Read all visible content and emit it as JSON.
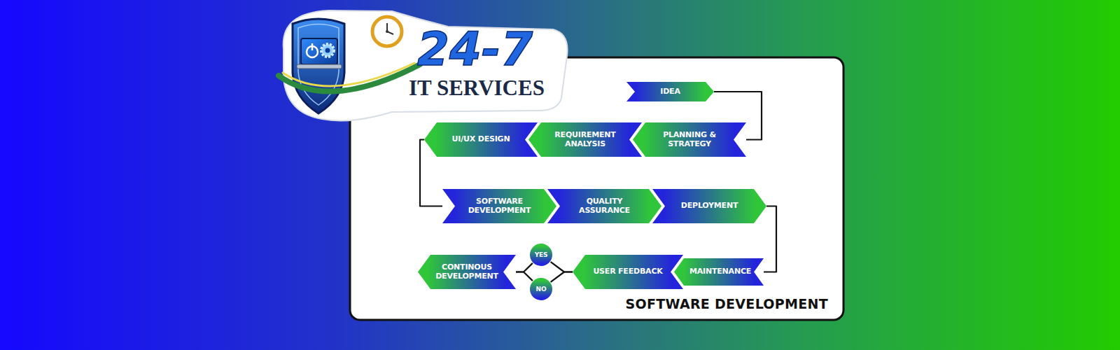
{
  "diagram": {
    "nodes": [
      {
        "text": [
          "SOFTWARE DEVELOPMENT"
        ]
      },
      {
        "text": [
          "IDEA"
        ],
        "in": 0
      },
      {
        "text": [
          "PLANNING & STRATEGY"
        ],
        "in": 0
      },
      {
        "text": [
          "REQUIREMENT ANALYSIS"
        ],
        "in": 0
      },
      {
        "text": [
          "UI/UX DESIGN"
        ],
        "in": 0
      },
      {
        "text": [
          "SOFTWARE DEVELOPMENT"
        ],
        "in": 0
      },
      {
        "text": [
          "QUALITY ASSURANCE"
        ],
        "in": 0
      },
      {
        "text": [
          "DEPLOYMENT"
        ],
        "in": 0
      },
      {
        "text": [
          "MAINTENANCE"
        ],
        "in": 0
      },
      {
        "text": [
          "USER FEEDBACK"
        ],
        "in": 0
      },
      {
        "text": [
          "YES"
        ],
        "in": 0
      },
      {
        "text": [
          "NO"
        ],
        "in": 0
      },
      {
        "text": [
          "CONTINOUS DEVELOPMENT"
        ],
        "in": 0
      }
    ],
    "edges": [
      {
        "from": 1,
        "to": 2,
        "arrow": "none"
      },
      {
        "from": 4,
        "to": 5,
        "arrow": "none"
      },
      {
        "from": 7,
        "to": 8,
        "arrow": "none"
      },
      {
        "from": 9,
        "to": 10,
        "arrow": "none"
      },
      {
        "from": 9,
        "to": 11,
        "arrow": "none"
      },
      {
        "from": 10,
        "to": 12,
        "arrow": "none"
      },
      {
        "from": 11,
        "to": 12,
        "arrow": "none"
      }
    ],
    "labels": [
      "24-7",
      "IT SERVICES"
    ]
  }
}
